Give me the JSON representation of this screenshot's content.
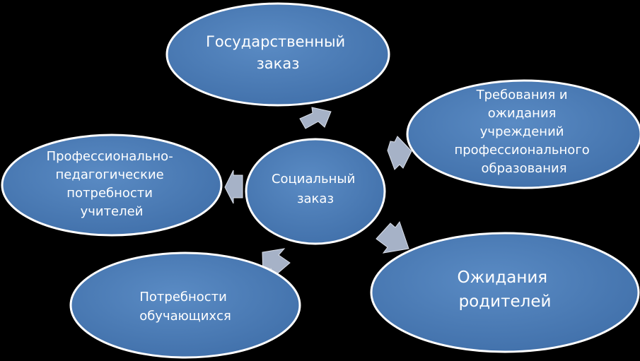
{
  "diagram": {
    "center": {
      "lines": [
        "Социальный",
        "заказ"
      ]
    },
    "nodes": [
      {
        "id": "state-order",
        "lines": [
          "Государственный",
          "заказ"
        ]
      },
      {
        "id": "institution-requirements",
        "lines": [
          "Требования и",
          "ожидания",
          "учреждений",
          "профессионального",
          "образования"
        ]
      },
      {
        "id": "parents-expectations",
        "lines": [
          "Ожидания",
          "родителей"
        ]
      },
      {
        "id": "students-needs",
        "lines": [
          "Потребности",
          "обучающихся"
        ]
      },
      {
        "id": "teachers-needs",
        "lines": [
          "Профессионально-",
          "педагогические",
          "потребности",
          "учителей"
        ]
      }
    ],
    "colors": {
      "fill": "#4a7ab3",
      "stroke": "#ffffff",
      "text": "#ffffff",
      "arrow": "#a6b2c7",
      "background": "#000000"
    }
  }
}
